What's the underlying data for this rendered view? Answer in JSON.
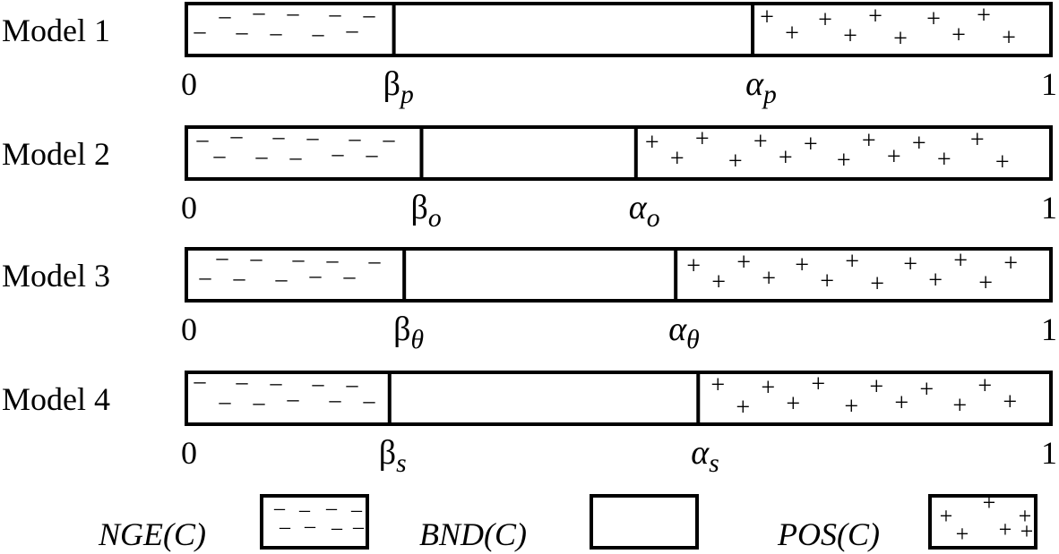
{
  "models": [
    {
      "label": "Model 1",
      "zero": "0",
      "one": "1",
      "beta": {
        "symbol": "β",
        "sub": "p",
        "value": 0.24
      },
      "alpha": {
        "symbol": "α",
        "sub": "p",
        "value": 0.655
      }
    },
    {
      "label": "Model 2",
      "zero": "0",
      "one": "1",
      "beta": {
        "symbol": "β",
        "sub": "o",
        "value": 0.272
      },
      "alpha": {
        "symbol": "α",
        "sub": "o",
        "value": 0.52
      }
    },
    {
      "label": "Model 3",
      "zero": "0",
      "one": "1",
      "beta": {
        "symbol": "β",
        "sub": "θ",
        "value": 0.252
      },
      "alpha": {
        "symbol": "α",
        "sub": "θ",
        "value": 0.566
      }
    },
    {
      "label": "Model 4",
      "zero": "0",
      "one": "1",
      "beta": {
        "symbol": "β",
        "sub": "s",
        "value": 0.235
      },
      "alpha": {
        "symbol": "α",
        "sub": "s",
        "value": 0.592
      }
    }
  ],
  "legend": [
    {
      "label": "NGE(C)",
      "pattern": "minus"
    },
    {
      "label": "BND(C)",
      "pattern": "empty"
    },
    {
      "label": "POS(C)",
      "pattern": "plus"
    }
  ],
  "glyphs": {
    "minus": "–",
    "plus": "+"
  },
  "colors": {
    "stroke": "#000000",
    "background": "#ffffff"
  }
}
